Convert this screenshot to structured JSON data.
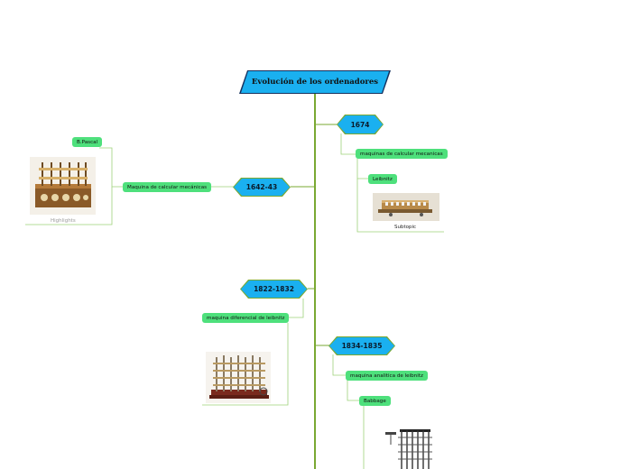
{
  "title": "Evolución de los ordenadores",
  "dates": {
    "d1674": "1674",
    "d1642": "1642-43",
    "d1822": "1822-1832",
    "d1834": "1834-1835"
  },
  "topics": {
    "maquinas_1674": "maquinas de calcular mecanicas",
    "leibnitz": "Leibnitz",
    "subtopic_caption": "Subtopic",
    "maquina_1642": "Maquina de calcular mecánicas",
    "bpascal": "B.Pascal",
    "highlights_caption": "Highlights",
    "diferencial": "maquina diferencial de leibnitz",
    "analitica": "maquina analitica de leibnitz",
    "babbage": "Babbage"
  },
  "colors": {
    "timeline": "#7aa832",
    "date_fill": "#1ab0f0",
    "topic_fill": "#4ee07c",
    "connector": "#9fd27a"
  },
  "icons": [
    "pascaline-image",
    "leibniz-calculator-image",
    "difference-engine-image",
    "analytical-engine-image"
  ]
}
